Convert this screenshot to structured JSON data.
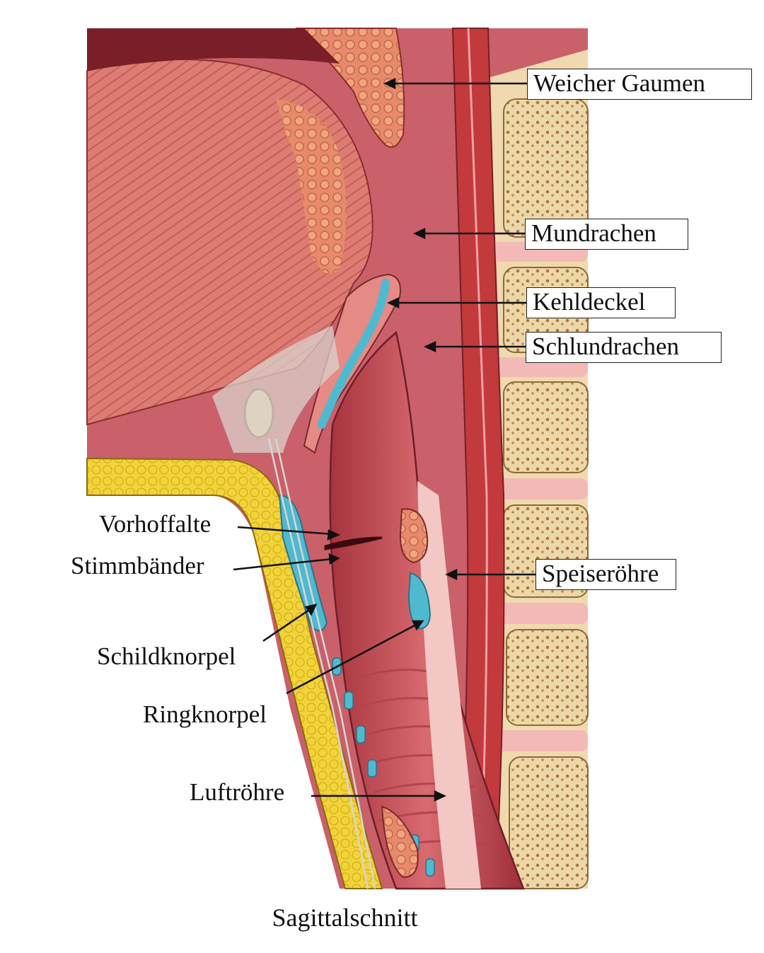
{
  "labels": {
    "weicher_gaumen": "Weicher Gaumen",
    "mundrachen": "Mundrachen",
    "kehldeckel": "Kehldeckel",
    "schlundrachen": "Schlundrachen",
    "speiseroehre": "Speiseröhre",
    "vorhoffalte": "Vorhoffalte",
    "stimmbaender": "Stimmbänder",
    "schildknorpel": "Schildknorpel",
    "ringknorpel": "Ringknorpel",
    "luftroehre": "Luftröhre"
  },
  "caption": "Sagittalschnitt",
  "colors": {
    "muscle": "#d9746e",
    "mucosa": "#c9505a",
    "cartilage": "#5ec3d6",
    "bone": "#e8d3a6",
    "fat": "#f0d23c",
    "disc": "#f3b9b6"
  }
}
